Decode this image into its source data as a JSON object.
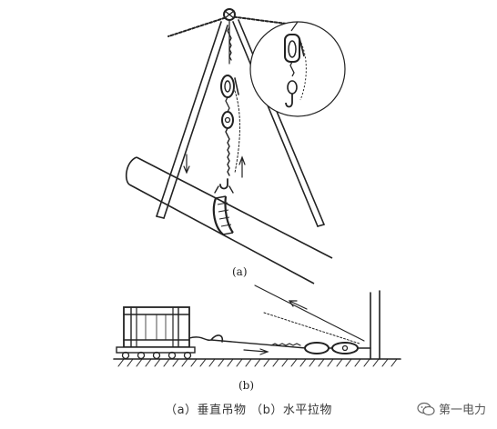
{
  "figure": {
    "label_a": "(a)",
    "label_b": "(b)",
    "caption": "（a）垂直吊物  （b）水平拉物"
  },
  "watermark": {
    "text": "第一电力",
    "icon": "wechat-icon"
  }
}
